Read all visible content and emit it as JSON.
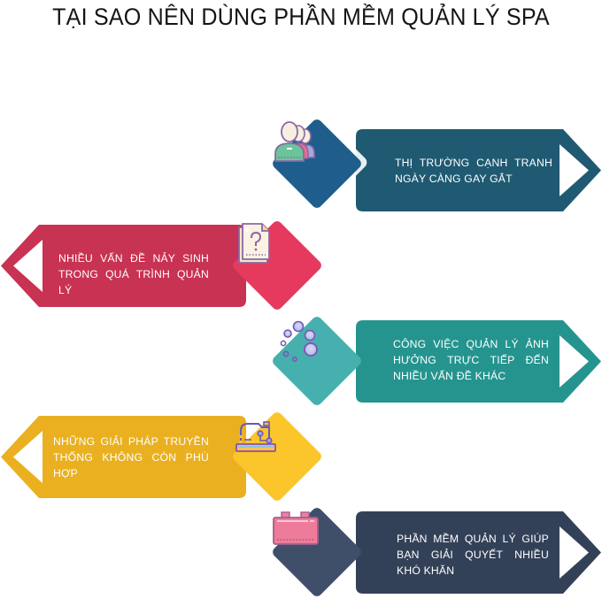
{
  "title": "TẠI SAO NÊN DÙNG PHẦN MỀM QUẢN LÝ SPA",
  "items": [
    {
      "text": "THỊ TRƯỜNG CẠNH TRANH NGÀY CÀNG GAY GẮT",
      "side": "right",
      "icon": "users-group-icon",
      "banner_color": "#1f5a72",
      "diamond_color": "#1e5d8c"
    },
    {
      "text": "NHIỀU VẤN ĐỀ NẢY SINH TRONG QUÁ TRÌNH QUẢN LÝ",
      "side": "left",
      "icon": "question-document-icon",
      "banner_color": "#c83253",
      "diamond_color": "#e53a5d"
    },
    {
      "text": "CÔNG VIỆC QUẢN LÝ ẢNH HƯỞNG TRỰC TIẾP ĐẾN NHIỀU VẤN ĐỀ KHÁC",
      "side": "right",
      "icon": "loading-circles-icon",
      "banner_color": "#25948e",
      "diamond_color": "#46b0ae"
    },
    {
      "text": "NHỮNG GIẢI PHÁP TRUYỀN THỐNG KHÔNG CÒN PHÙ HỢP",
      "side": "left",
      "icon": "sewing-machine-icon",
      "banner_color": "#eab020",
      "diamond_color": "#fbc52c"
    },
    {
      "text": "PHẦN MỀM QUẢN LÝ GIÚP BẠN GIẢI QUYẾT NHIỀU KHÓ KHĂN",
      "side": "right",
      "icon": "battery-block-icon",
      "banner_color": "#334158",
      "diamond_color": "#3f4f6a"
    }
  ]
}
